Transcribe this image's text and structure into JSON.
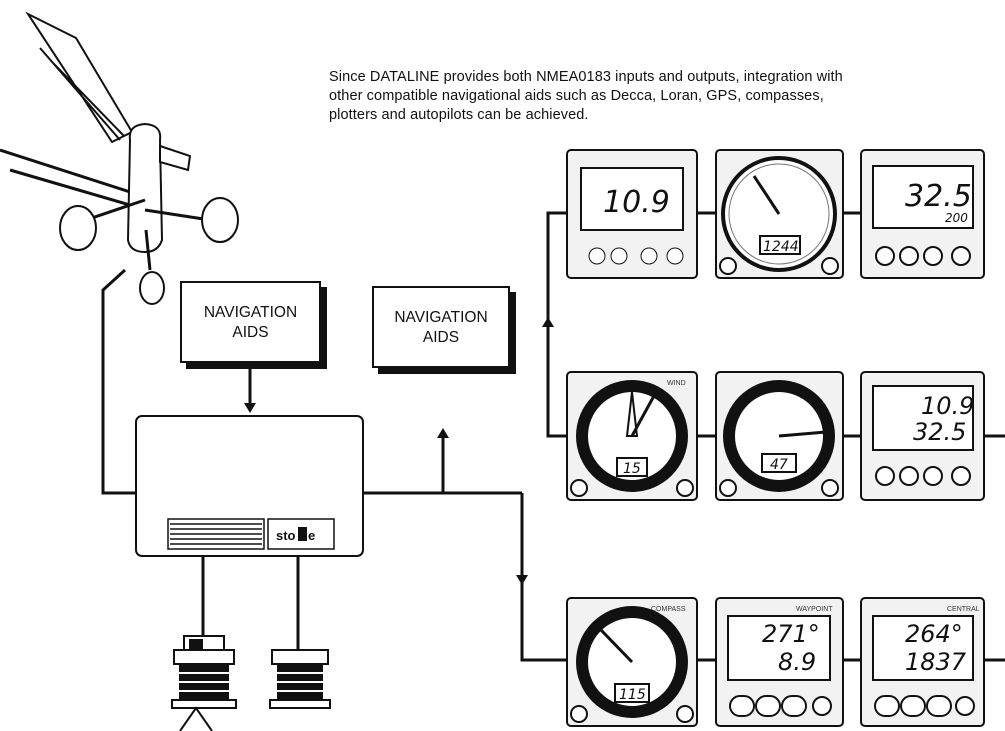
{
  "caption": {
    "line1": "Since DATALINE provides both NMEA0183 inputs and outputs, integration with",
    "line2": "other compatible navigational aids such as Decca, Loran, GPS, compasses,",
    "line3": "plotters and autopilots can be achieved."
  },
  "nav_box_left": {
    "line1": "NAVIGATION",
    "line2": "AIDS"
  },
  "nav_box_right": {
    "line1": "NAVIGATION",
    "line2": "AIDS"
  },
  "processor": {
    "brand_text": "sto"
  },
  "instruments": {
    "row1": {
      "digital_speed": "10.9",
      "analog_readout": "1244",
      "dual_main": "32.5",
      "dual_sub": "200"
    },
    "row2": {
      "wind_readout": "15",
      "speed_readout": "47",
      "dual_top": "10.9",
      "dual_bottom": "32.5"
    },
    "row3": {
      "compass_readout": "115",
      "waypoint_top": "271°",
      "waypoint_bottom": "8.9",
      "central_top": "264°",
      "central_bottom": "1837"
    },
    "header_waypoint": "WAYPOINT",
    "header_central": "CENTRAL",
    "header_compass": "COMPASS",
    "header_wind": "WIND"
  }
}
